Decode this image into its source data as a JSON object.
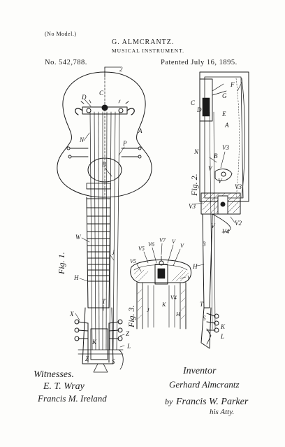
{
  "header": {
    "no_model": "(No Model.)",
    "inventor": "G. ALMCRANTZ.",
    "title": "MUSICAL INSTRUMENT.",
    "patent_number": "No. 542,788.",
    "patent_date": "Patented July 16, 1895."
  },
  "figures": {
    "fig1": "Fig. 1.",
    "fig2": "Fig. 2.",
    "fig3": "Fig. 3."
  },
  "fig1_labels": {
    "two": "2",
    "c": "C",
    "d": "D",
    "n": "N",
    "p": "P",
    "a": "A",
    "b": "B",
    "w": "W",
    "h": "H",
    "j": "J",
    "t": "T",
    "k": "K",
    "x": "X",
    "l": "L",
    "z1": "Z",
    "z2": "Z",
    "s": "S"
  },
  "fig2_labels": {
    "c": "C",
    "d": "D",
    "f": "F",
    "g": "G",
    "e": "E",
    "a": "A",
    "n": "N",
    "b": "B",
    "v1": "V",
    "v2": "V",
    "v3": "V3",
    "v4": "V3",
    "v5": "V3",
    "v6": "V2",
    "v7": "V",
    "v8": "V4",
    "three": "3",
    "h": "H",
    "t": "T",
    "s": "S",
    "k": "K",
    "l": "L"
  },
  "fig3_labels": {
    "v1": "V5",
    "v2": "V6",
    "v3": "V7",
    "v4": "V",
    "v5": "V",
    "v6": "V5",
    "v7": "V",
    "j": "J",
    "k": "K",
    "v8": "V4",
    "h": "H"
  },
  "signatures": {
    "witnesses_label": "Witnesses.",
    "witness1": "E. T. Wray",
    "witness2": "Francis M. Ireland",
    "inventor_label": "Inventor",
    "inventor_sig": "Gerhard Almcrantz",
    "attorney_prefix": "by",
    "attorney_sig": "Francis W. Parker",
    "attorney_suffix": "his Atty."
  }
}
